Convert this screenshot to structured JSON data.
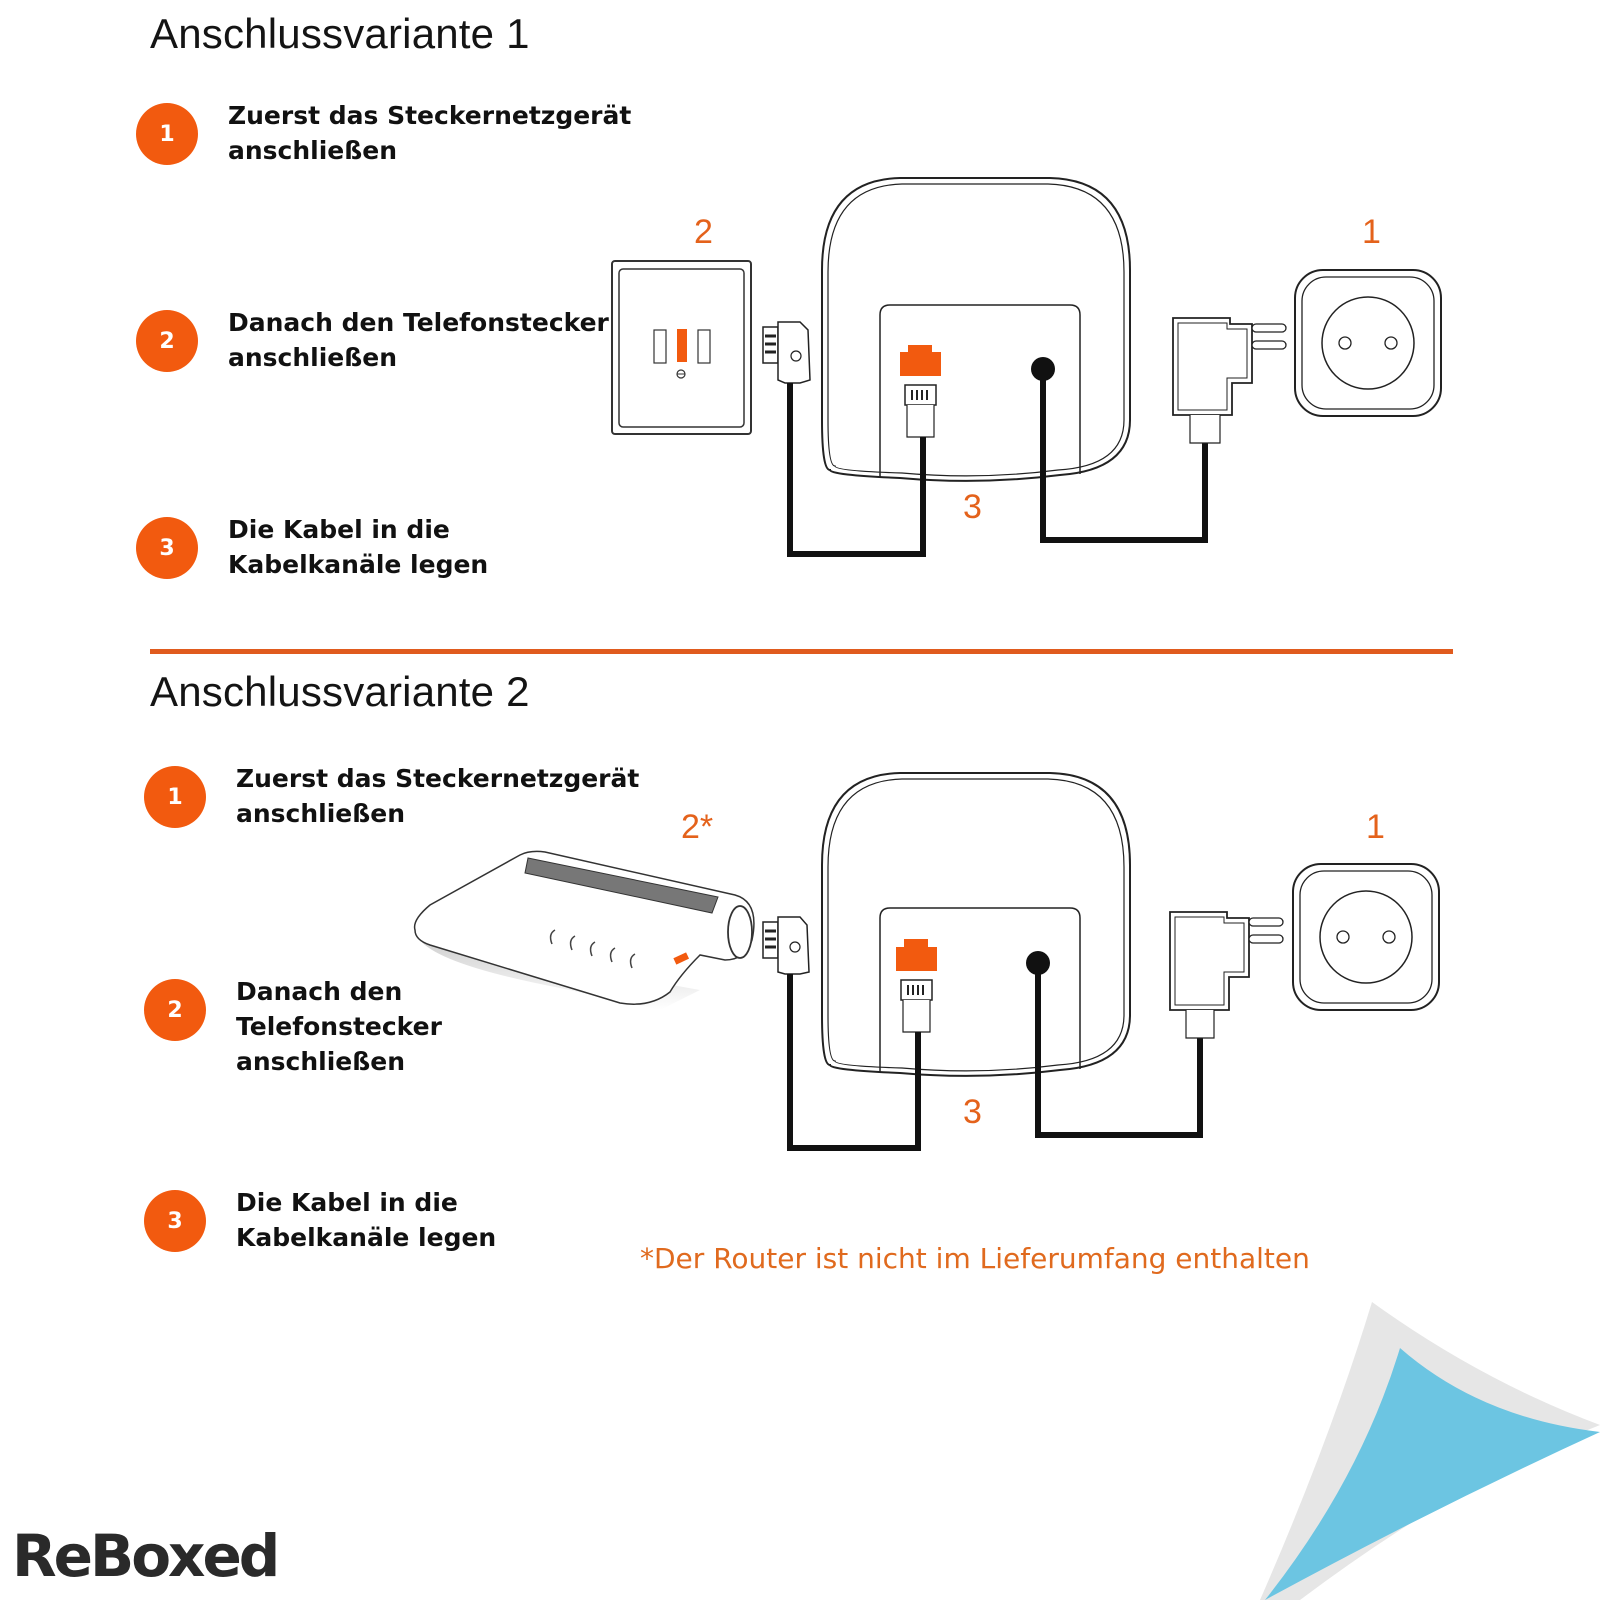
{
  "variant1": {
    "title": "Anschlussvariante 1",
    "steps": [
      {
        "number": "1",
        "text": "Zuerst das Steckernetzgerät\nanschließen"
      },
      {
        "number": "2",
        "text": "Danach den Telefonstecker\nanschließen"
      },
      {
        "number": "3",
        "text": "Die Kabel in die\nKabelkanäle legen"
      }
    ],
    "diagram_labels": {
      "wall_jack": "2",
      "power_outlet": "1",
      "cables": "3"
    }
  },
  "variant2": {
    "title": "Anschlussvariante 2",
    "steps": [
      {
        "number": "1",
        "text": "Zuerst das Steckernetzgerät\nanschließen"
      },
      {
        "number": "2",
        "text": "Danach den\nTelefonstecker\nanschließen"
      },
      {
        "number": "3",
        "text": "Die Kabel in die\nKabelkanäle legen"
      }
    ],
    "diagram_labels": {
      "router": "2*",
      "power_outlet": "1",
      "cables": "3"
    },
    "footnote": "*Der Router ist nicht im Lieferumfang enthalten"
  },
  "brand": {
    "logo_text": "ReBoxed",
    "accent_color": "#f25a0f",
    "corner_color": "#6cc5e2"
  }
}
